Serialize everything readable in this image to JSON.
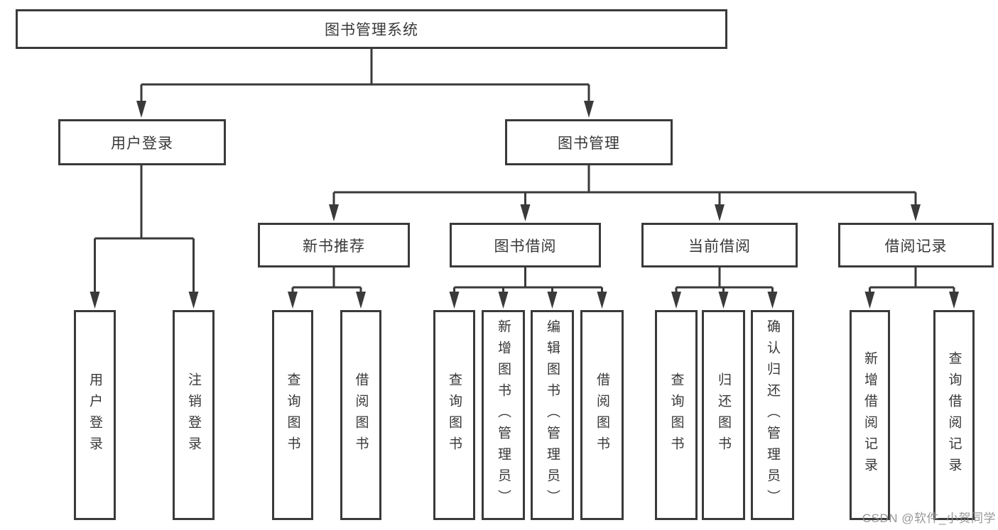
{
  "diagram": {
    "root": {
      "label": "图书管理系统"
    },
    "branches": [
      {
        "label": "用户登录",
        "children": [
          {
            "label": "用户登录"
          },
          {
            "label": "注销登录"
          }
        ]
      },
      {
        "label": "图书管理",
        "children": [
          {
            "label": "新书推荐",
            "children": [
              {
                "label": "查询图书"
              },
              {
                "label": "借阅图书"
              }
            ]
          },
          {
            "label": "图书借阅",
            "children": [
              {
                "label": "查询图书"
              },
              {
                "label": "新增图书（管理员）"
              },
              {
                "label": "编辑图书（管理员）"
              },
              {
                "label": "借阅图书"
              }
            ]
          },
          {
            "label": "当前借阅",
            "children": [
              {
                "label": "查询图书"
              },
              {
                "label": "归还图书"
              },
              {
                "label": "确认归还（管理员）"
              }
            ]
          },
          {
            "label": "借阅记录",
            "children": [
              {
                "label": "新增借阅记录"
              },
              {
                "label": "查询借阅记录"
              }
            ]
          }
        ]
      }
    ]
  },
  "watermark": {
    "text": "CSDN @软件_小贺同学"
  },
  "colors": {
    "line": "#3a3a3a",
    "text": "#383838",
    "box_background": "#ffffff",
    "watermark": "#8c8c8c",
    "background": "#ffffff"
  }
}
